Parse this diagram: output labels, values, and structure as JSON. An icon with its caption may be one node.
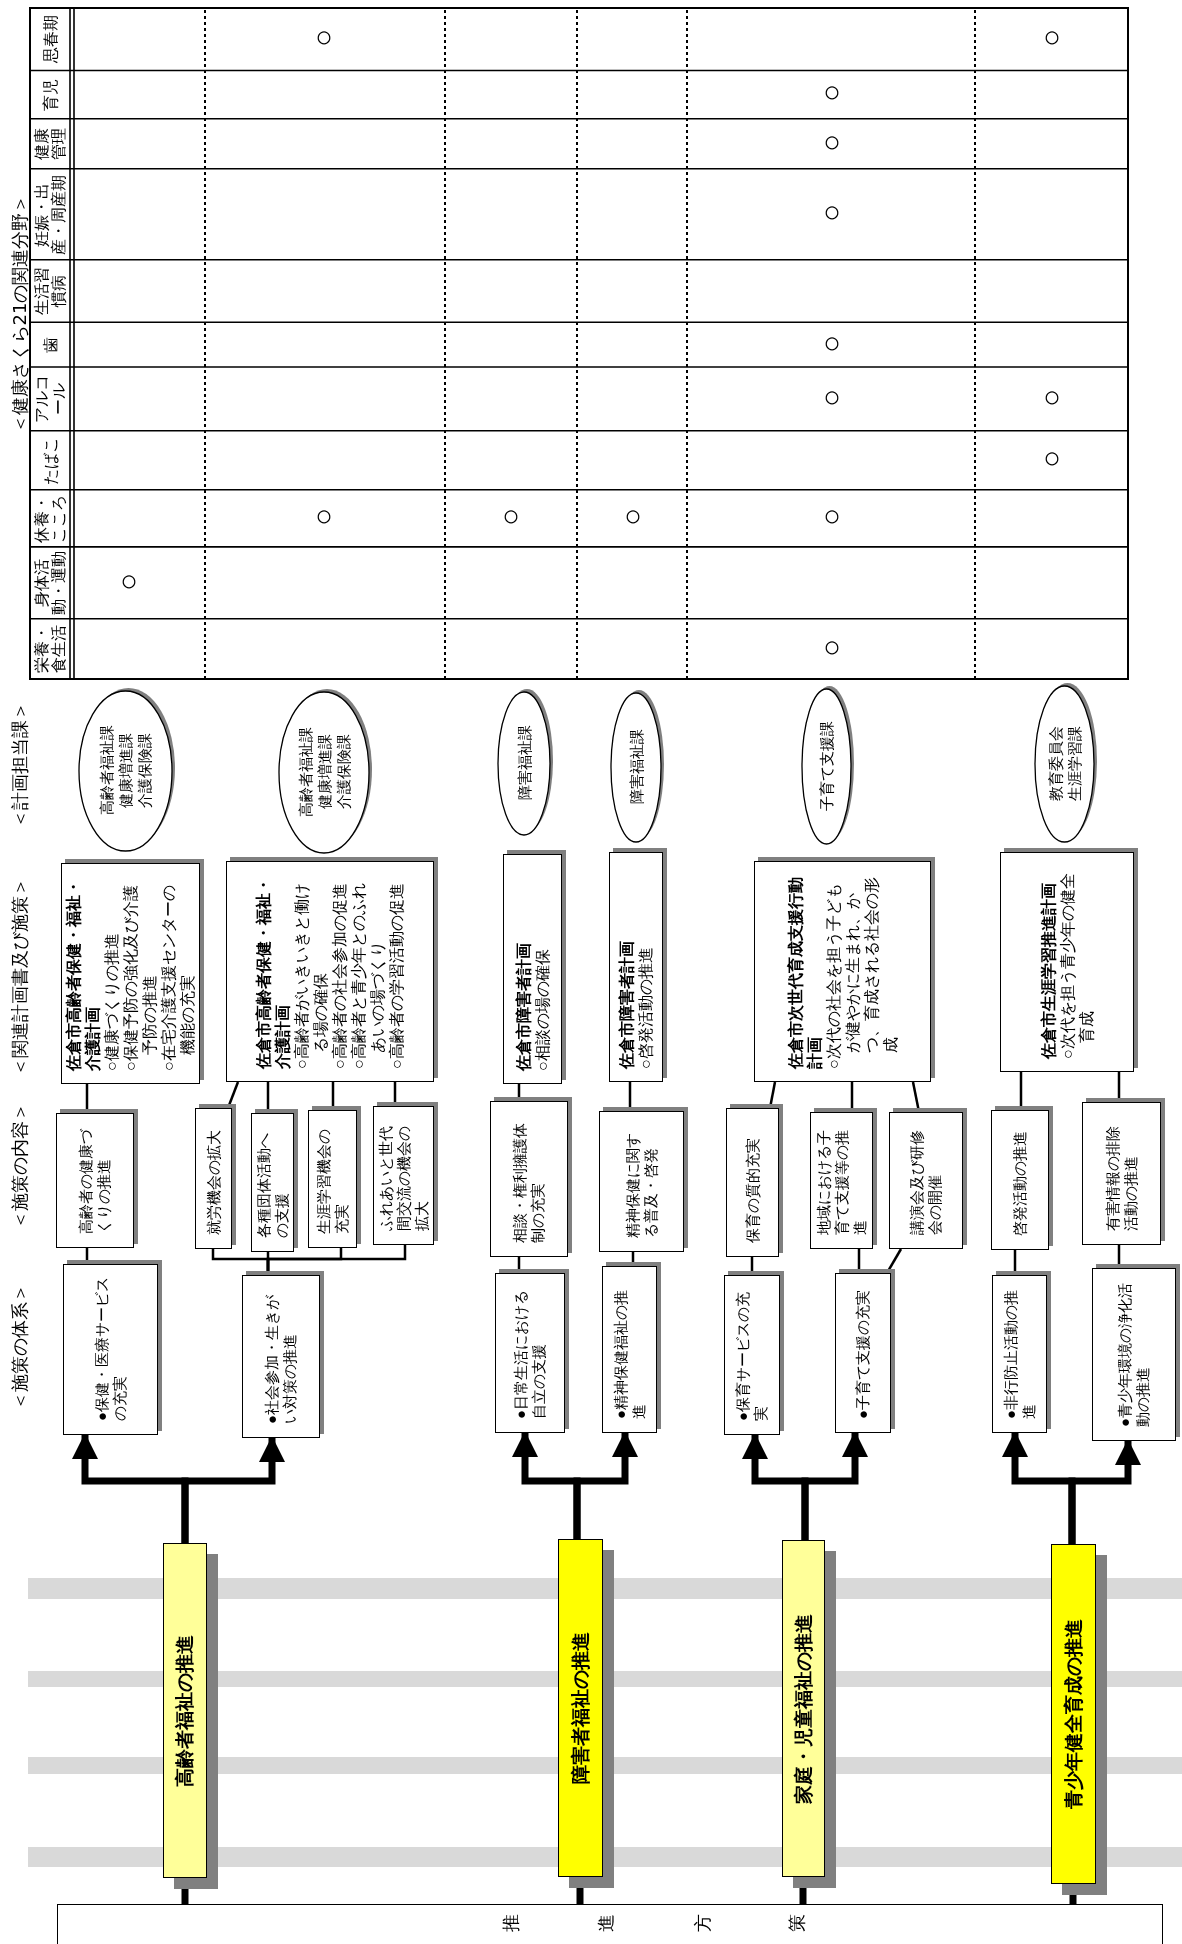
{
  "diagram": {
    "nodes": [
      {
        "text": [
          "推進方策"
        ]
      },
      {
        "text": [
          "高齢者福祉の推進"
        ]
      },
      {
        "text": [
          "障害者福祉の推進"
        ]
      },
      {
        "text": [
          "家庭・児童福祉の推進"
        ]
      },
      {
        "text": [
          "青少年健全育成の推進"
        ]
      },
      {
        "text": [
          "●保健・医療サービスの充実"
        ]
      },
      {
        "text": [
          "●社会参加・生きがい対策の推進"
        ]
      },
      {
        "text": [
          "●日常生活における自立の支援"
        ]
      },
      {
        "text": [
          "●精神保健福祉の推進"
        ]
      },
      {
        "text": [
          "●保育サービスの充実"
        ]
      },
      {
        "text": [
          "●子育て支援の充実"
        ]
      },
      {
        "text": [
          "●非行防止活動の推進"
        ]
      },
      {
        "text": [
          "●青少年環境の浄化活動の推進"
        ]
      },
      {
        "text": [
          "高齢者の健康づくりの推進"
        ]
      },
      {
        "text": [
          "就労機会の拡大"
        ]
      },
      {
        "text": [
          "各種団体活動への支援"
        ]
      },
      {
        "text": [
          "生涯学習機会の充実"
        ]
      },
      {
        "text": [
          "ふれあいと世代間交流の機会の拡大"
        ]
      },
      {
        "text": [
          "相談・権利擁護体制の充実"
        ]
      },
      {
        "text": [
          "精神保健に関する普及・啓発"
        ]
      },
      {
        "text": [
          "保育の質的充実"
        ]
      },
      {
        "text": [
          "地域における子育て支援等の推進"
        ]
      },
      {
        "text": [
          "講演会及び研修会の開催"
        ]
      },
      {
        "text": [
          "啓発活動の推進"
        ]
      },
      {
        "text": [
          "有害情報の排除活動の推進"
        ]
      },
      {
        "text": [
          "佐倉市高齢者保健・福祉・介護計画",
          "○健康づくりの推進",
          "○保健予防の強化及び介護予防の推進",
          "○在宅介護支援センターの機能の充実"
        ]
      },
      {
        "text": [
          "佐倉市高齢者保健・福祉・介護計画",
          "○高齢者がいきいきと働ける場の確保",
          "○高齢者の社会参加の促進",
          "○高齢者と青少年とのふれあいの場づくり",
          "○高齢者の学習活動の促進"
        ]
      },
      {
        "text": [
          "佐倉市障害者計画",
          "○相談の場の確保"
        ]
      },
      {
        "text": [
          "佐倉市障害者計画",
          "○啓発活動の推進"
        ]
      },
      {
        "text": [
          "佐倉市次世代育成支援行動計画",
          "○次代の社会を担う子どもが健やかに生まれ、かつ、育成される社会の形成"
        ]
      },
      {
        "text": [
          "佐倉市生涯学習推進計画",
          "○次代を担う青少年の健全育成"
        ]
      },
      {
        "text": [
          "高齢者福祉課",
          "健康増進課",
          "介護保険課"
        ]
      },
      {
        "text": [
          "高齢者福祉課",
          "健康増進課",
          "介護保険課"
        ]
      },
      {
        "text": [
          "障害福祉課"
        ]
      },
      {
        "text": [
          "障害福祉課"
        ]
      },
      {
        "text": [
          "子育て支援課"
        ]
      },
      {
        "text": [
          "教育委員会",
          "生涯学習課"
        ]
      }
    ],
    "edges": [
      {
        "from": 0,
        "to": 1,
        "arrow": "none",
        "style": "thick"
      },
      {
        "from": 0,
        "to": 2,
        "arrow": "none",
        "style": "thick"
      },
      {
        "from": 0,
        "to": 3,
        "arrow": "none",
        "style": "thick"
      },
      {
        "from": 0,
        "to": 4,
        "arrow": "none",
        "style": "thick"
      },
      {
        "from": 1,
        "to": 5,
        "arrow": "to",
        "style": "thick"
      },
      {
        "from": 1,
        "to": 6,
        "arrow": "to",
        "style": "thick"
      },
      {
        "from": 2,
        "to": 7,
        "arrow": "to",
        "style": "thick"
      },
      {
        "from": 2,
        "to": 8,
        "arrow": "to",
        "style": "thick"
      },
      {
        "from": 3,
        "to": 9,
        "arrow": "to",
        "style": "thick"
      },
      {
        "from": 3,
        "to": 10,
        "arrow": "to",
        "style": "thick"
      },
      {
        "from": 4,
        "to": 11,
        "arrow": "to",
        "style": "thick"
      },
      {
        "from": 4,
        "to": 12,
        "arrow": "to",
        "style": "thick"
      },
      {
        "from": 5,
        "to": 13,
        "arrow": "none"
      },
      {
        "from": 6,
        "to": 14,
        "arrow": "none"
      },
      {
        "from": 6,
        "to": 15,
        "arrow": "none"
      },
      {
        "from": 6,
        "to": 16,
        "arrow": "none"
      },
      {
        "from": 6,
        "to": 17,
        "arrow": "none"
      },
      {
        "from": 7,
        "to": 18,
        "arrow": "none"
      },
      {
        "from": 8,
        "to": 19,
        "arrow": "none"
      },
      {
        "from": 9,
        "to": 20,
        "arrow": "none"
      },
      {
        "from": 10,
        "to": 21,
        "arrow": "none"
      },
      {
        "from": 10,
        "to": 22,
        "arrow": "none"
      },
      {
        "from": 11,
        "to": 23,
        "arrow": "none"
      },
      {
        "from": 12,
        "to": 24,
        "arrow": "none"
      },
      {
        "from": 13,
        "to": 25,
        "arrow": "none"
      },
      {
        "from": 14,
        "to": 26,
        "arrow": "none"
      },
      {
        "from": 15,
        "to": 26,
        "arrow": "none"
      },
      {
        "from": 16,
        "to": 26,
        "arrow": "none"
      },
      {
        "from": 17,
        "to": 26,
        "arrow": "none"
      },
      {
        "from": 18,
        "to": 27,
        "arrow": "none"
      },
      {
        "from": 19,
        "to": 28,
        "arrow": "none"
      },
      {
        "from": 20,
        "to": 29,
        "arrow": "none"
      },
      {
        "from": 21,
        "to": 29,
        "arrow": "none"
      },
      {
        "from": 22,
        "to": 29,
        "arrow": "none"
      },
      {
        "from": 23,
        "to": 30,
        "arrow": "none"
      },
      {
        "from": 24,
        "to": 30,
        "arrow": "none"
      }
    ],
    "labels": [
      "＜施策の体系＞",
      "＜施策の内容＞",
      "＜関連計画書及び施策＞",
      "＜計画担当課＞",
      "＜健康さくら21の関連分野＞",
      "栄養・食生活",
      "身体活動・運動",
      "休養・こころ",
      "たばこ",
      "アルコール",
      "歯",
      "生活習慣病",
      "妊娠・出産・周産期",
      "健康管理",
      "育児",
      "思春期",
      "○",
      "○",
      "○",
      "○",
      "○",
      "○",
      "○",
      "○",
      "○",
      "○",
      "○",
      "○",
      "○",
      "○",
      "○"
    ]
  }
}
